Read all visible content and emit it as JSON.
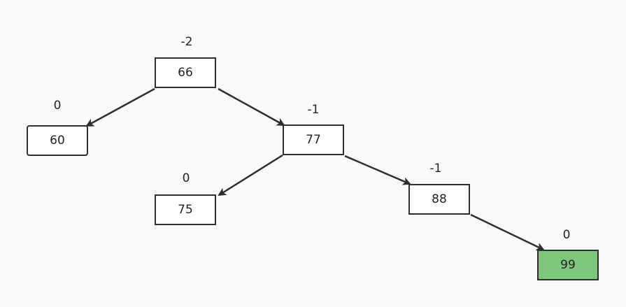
{
  "tree": {
    "nodes": [
      {
        "id": "n66",
        "key": "66",
        "balance": "-2",
        "highlight": false
      },
      {
        "id": "n60",
        "key": "60",
        "balance": "0",
        "highlight": false
      },
      {
        "id": "n77",
        "key": "77",
        "balance": "-1",
        "highlight": false
      },
      {
        "id": "n75",
        "key": "75",
        "balance": "0",
        "highlight": false
      },
      {
        "id": "n88",
        "key": "88",
        "balance": "-1",
        "highlight": false
      },
      {
        "id": "n99",
        "key": "99",
        "balance": "0",
        "highlight": true
      }
    ],
    "edges": [
      {
        "from": "n66",
        "to": "n60"
      },
      {
        "from": "n66",
        "to": "n77"
      },
      {
        "from": "n77",
        "to": "n75"
      },
      {
        "from": "n77",
        "to": "n88"
      },
      {
        "from": "n88",
        "to": "n99"
      }
    ]
  },
  "colors": {
    "highlight_fill": "#7ec87e",
    "node_fill": "#ffffff",
    "stroke": "#2e2e2e"
  }
}
